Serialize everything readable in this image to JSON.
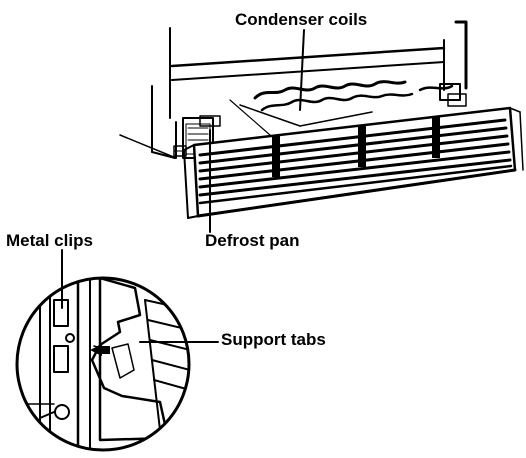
{
  "labels": {
    "condenser_coils": "Condenser coils",
    "defrost_pan": "Defrost pan",
    "metal_clips": "Metal clips",
    "support_tabs": "Support tabs"
  },
  "colors": {
    "ink": "#000000",
    "paper": "#ffffff"
  }
}
